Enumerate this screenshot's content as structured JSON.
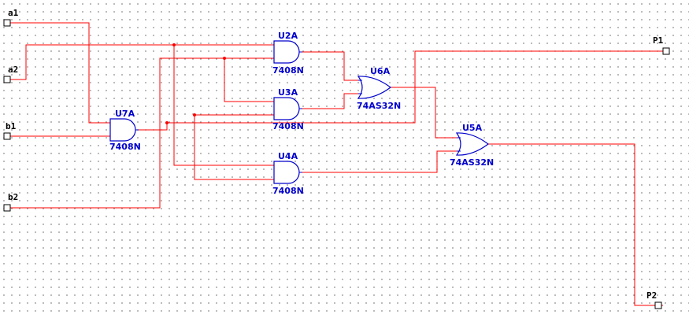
{
  "schematic": {
    "colors": {
      "wire": "#ff0000",
      "component": "#0000cc",
      "port": "#000000",
      "grid_dot": "#808080"
    },
    "inputs": [
      {
        "id": "a1",
        "label": "a1"
      },
      {
        "id": "a2",
        "label": "a2"
      },
      {
        "id": "b1",
        "label": "b1"
      },
      {
        "id": "b2",
        "label": "b2"
      }
    ],
    "outputs": [
      {
        "id": "P1",
        "label": "P1"
      },
      {
        "id": "P2",
        "label": "P2"
      }
    ],
    "gates": [
      {
        "id": "U2A",
        "ref": "U2A",
        "part": "7408N",
        "type": "and"
      },
      {
        "id": "U3A",
        "ref": "U3A",
        "part": "7408N",
        "type": "and"
      },
      {
        "id": "U4A",
        "ref": "U4A",
        "part": "7408N",
        "type": "and"
      },
      {
        "id": "U7A",
        "ref": "U7A",
        "part": "7408N",
        "type": "and"
      },
      {
        "id": "U6A",
        "ref": "U6A",
        "part": "74AS32N",
        "type": "or"
      },
      {
        "id": "U5A",
        "ref": "U5A",
        "part": "74AS32N",
        "type": "or"
      }
    ]
  }
}
